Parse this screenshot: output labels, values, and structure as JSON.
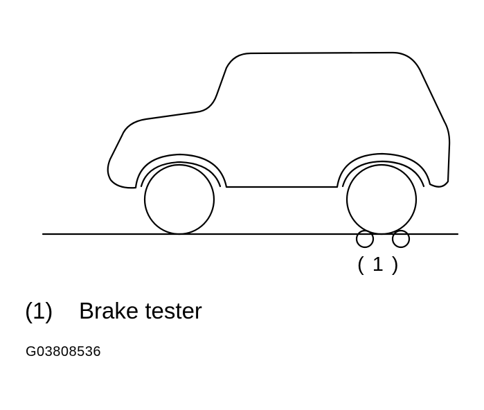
{
  "callout": {
    "marker": "( 1 )"
  },
  "legend": {
    "items": [
      {
        "number": "(1)",
        "label": "Brake tester"
      }
    ]
  },
  "figure_id": "G03808536",
  "colors": {
    "stroke": "#000000",
    "background": "#ffffff"
  }
}
